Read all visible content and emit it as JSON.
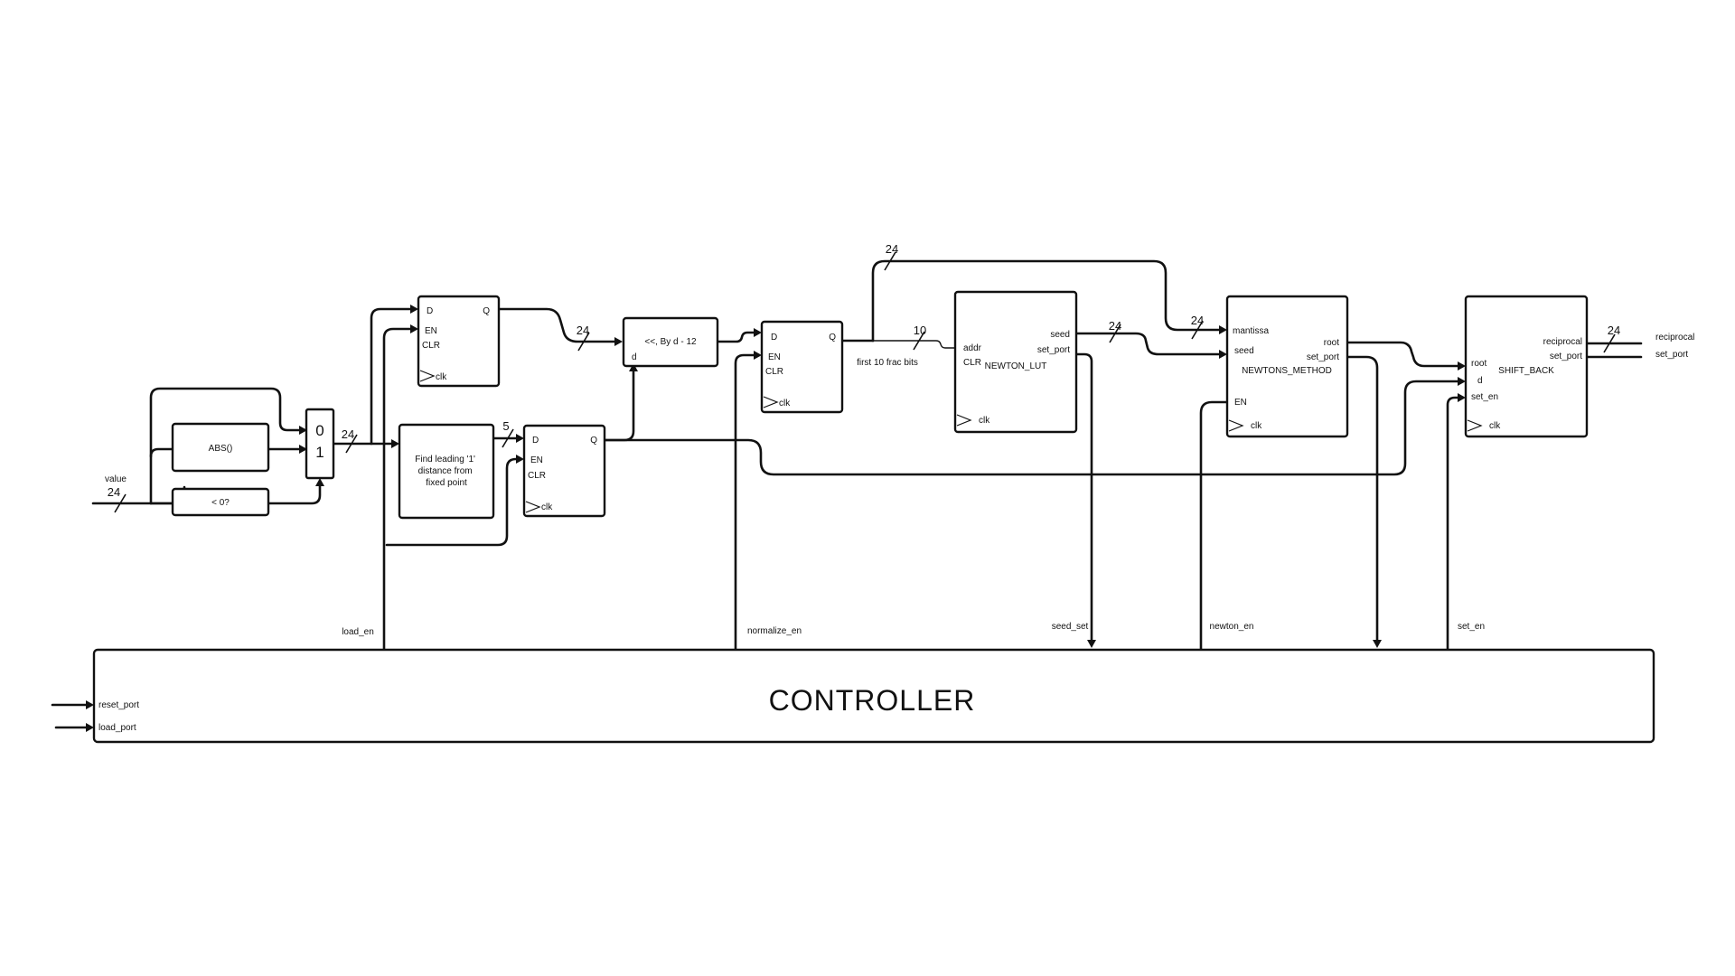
{
  "input": {
    "label": "value",
    "width": "24"
  },
  "blocks": {
    "abs": "ABS()",
    "lt_zero": "< 0?",
    "mux": {
      "in0": "0",
      "in1": "1"
    },
    "find_leading": [
      "Find leading '1'",
      "distance from",
      "fixed point"
    ],
    "shifter": {
      "title": "<<, By d - 12",
      "pin_d": "d"
    },
    "reg_pins": {
      "d": "D",
      "q": "Q",
      "en": "EN",
      "clr": "CLR",
      "clk": "clk"
    },
    "newton_lut": {
      "name": "NEWTON_LUT",
      "addr": "addr",
      "clr": "CLR",
      "seed": "seed",
      "set_port": "set_port",
      "clk": "clk"
    },
    "newtons_method": {
      "name": "NEWTONS_METHOD",
      "mantissa": "mantissa",
      "seed": "seed",
      "en": "EN",
      "clk": "clk",
      "root": "root",
      "set_port": "set_port"
    },
    "shift_back": {
      "name": "SHIFT_BACK",
      "root": "root",
      "d": "d",
      "set_en": "set_en",
      "clk": "clk",
      "reciprocal": "reciprocal",
      "set_port": "set_port"
    },
    "controller": {
      "title": "CONTROLLER",
      "reset_port": "reset_port",
      "load_port": "load_port"
    }
  },
  "bus_widths": {
    "mux_out": "24",
    "reg1_out": "24",
    "reg2_in": "5",
    "top_bypass": "24",
    "lut_addr": "10",
    "seed_bus": "24",
    "mantissa_bus": "24",
    "out_bus": "24"
  },
  "signals": {
    "frac_bits": "first 10 frac bits",
    "load_en": "load_en",
    "normalize_en": "normalize_en",
    "seed_set": "seed_set",
    "newton_en": "newton_en",
    "set_en": "set_en",
    "reciprocal": "reciprocal",
    "set_port": "set_port"
  }
}
